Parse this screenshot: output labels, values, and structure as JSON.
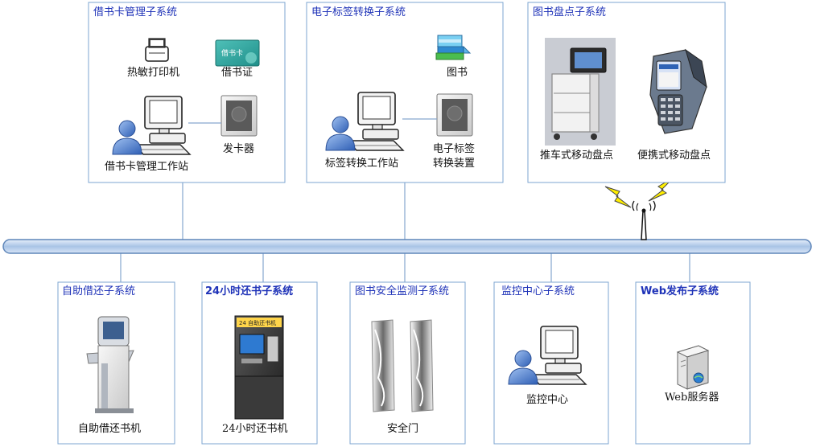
{
  "colors": {
    "title": "#1f33b8",
    "box_border": "#7ea6d2",
    "bus_fill": "#bcd3ee",
    "bus_stroke": "#5f86b9",
    "lightning": "#ffee00",
    "monitor": "#f2f2f2",
    "person": "#5a86cf"
  },
  "top_systems": [
    {
      "title": "借书卡管理子系统",
      "labels": {
        "printer": "热敏打印机",
        "card": "借书证",
        "card_text": "借书卡",
        "issuer": "发卡器",
        "workstation": "借书卡管理工作站"
      },
      "icons": [
        "thermal-printer-icon",
        "library-card-icon",
        "card-issuer-icon",
        "workstation-icon"
      ]
    },
    {
      "title": "电子标签转换子系统",
      "labels": {
        "book": "图书",
        "converter_1": "电子标签",
        "converter_2": "转换装置",
        "workstation": "标签转换工作站"
      },
      "icons": [
        "books-icon",
        "tag-converter-icon",
        "workstation-icon"
      ]
    },
    {
      "title": "图书盘点子系统",
      "labels": {
        "cart": "推车式移动盘点",
        "handheld": "便携式移动盘点"
      },
      "icons": [
        "inventory-cart-icon",
        "handheld-scanner-icon"
      ]
    }
  ],
  "bottom_systems": [
    {
      "title": "自助借还子系统",
      "label": "自助借还书机",
      "icon": "self-service-kiosk-icon"
    },
    {
      "title": "24小时还书子系统",
      "label": "24小时还书机",
      "icon": "book-return-machine-icon",
      "screen_text": "24 自助还书机"
    },
    {
      "title": "图书安全监测子系统",
      "label": "安全门",
      "icon": "security-gate-icon"
    },
    {
      "title": "监控中心子系统",
      "label": "监控中心",
      "icon": "workstation-icon"
    },
    {
      "title": "Web发布子系统",
      "label": "Web服务器",
      "icon": "web-server-icon"
    }
  ],
  "network": {
    "bus_icon": "network-bus",
    "antenna_icon": "wireless-antenna-icon",
    "lightning_icon": "wireless-signal-icon"
  }
}
